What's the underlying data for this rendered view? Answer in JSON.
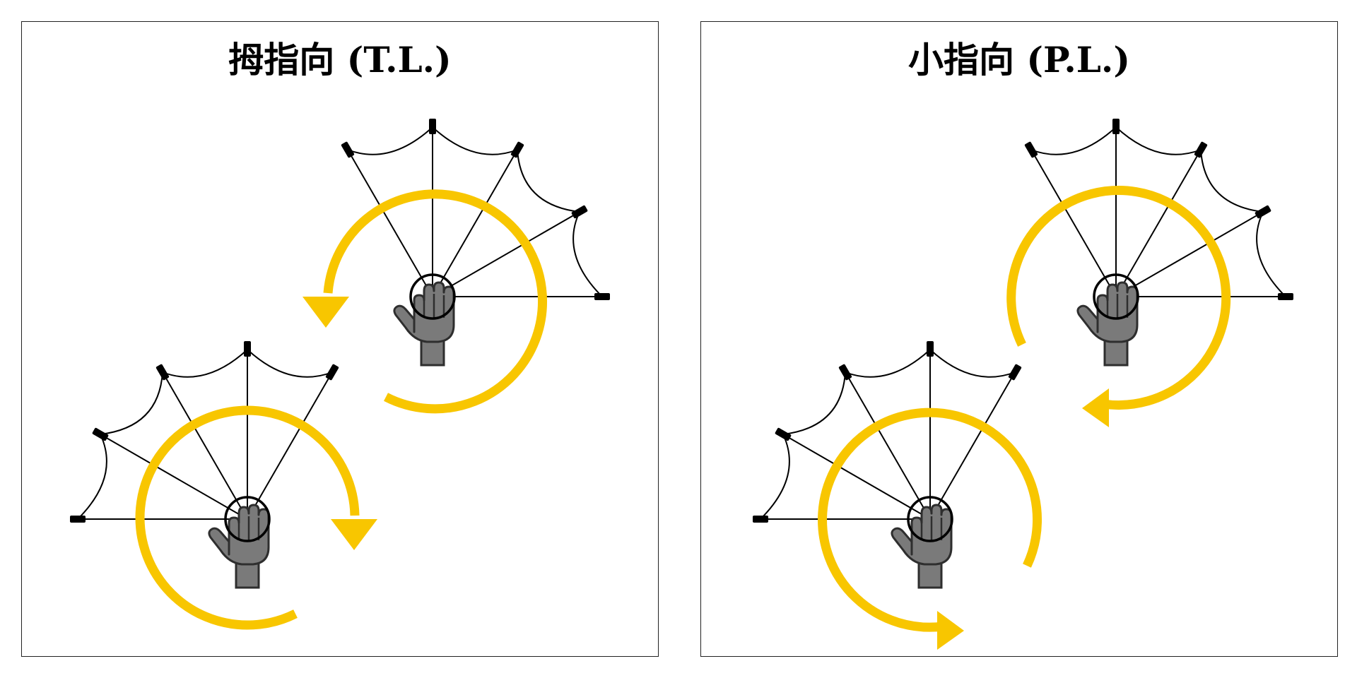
{
  "panels": [
    {
      "title": "拇指向 (T.L.)",
      "direction": "counterclockwise"
    },
    {
      "title": "小指向 (P.L.)",
      "direction": "clockwise"
    }
  ],
  "colors": {
    "arrow": "#F8C600",
    "hand_fill": "#7A7A7A",
    "hand_stroke": "#2E2E2E",
    "line": "#000000",
    "border": "#222222"
  },
  "icons": [
    "hand-icon",
    "rotation-arrow",
    "fan-spokes"
  ]
}
